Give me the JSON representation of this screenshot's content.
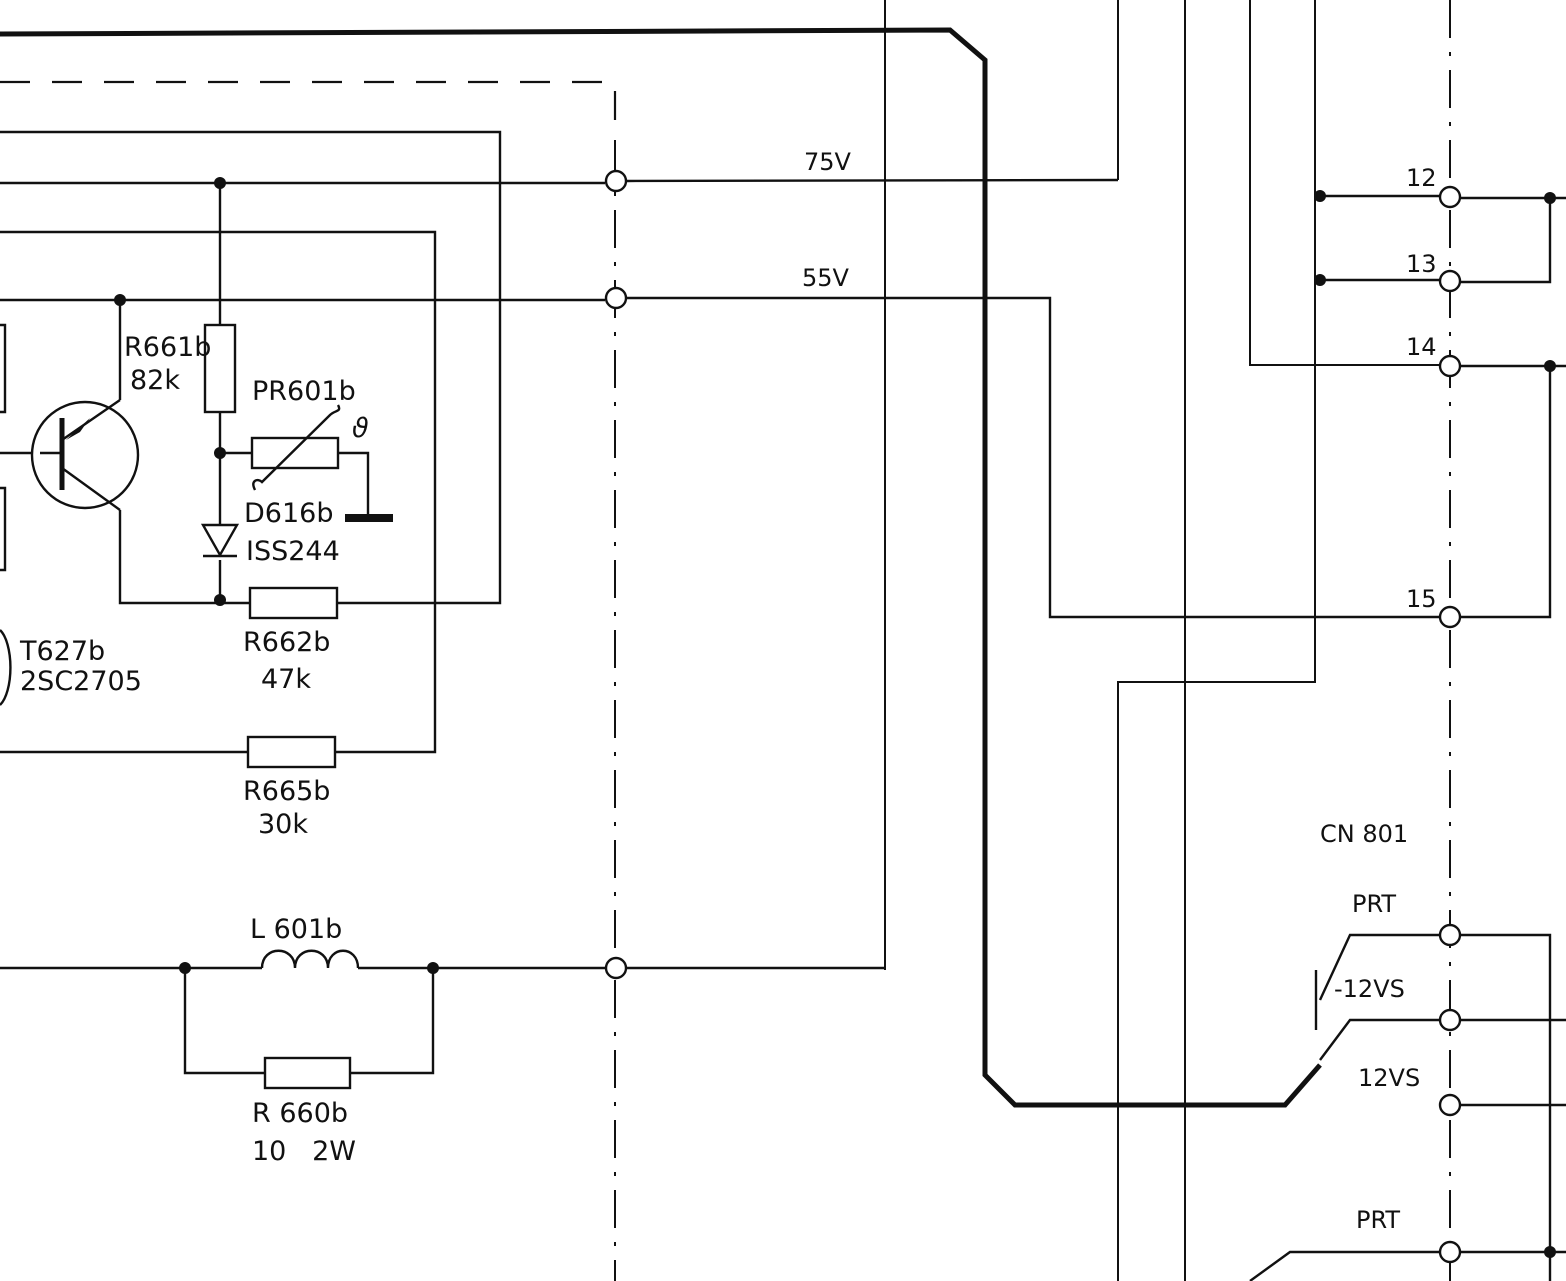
{
  "nets": {
    "v75": "75V",
    "v55": "55V"
  },
  "components": {
    "r661b": {
      "ref": "R661b",
      "value": "82k"
    },
    "pr601b": {
      "ref": "PR601b",
      "symbol": "ϑ"
    },
    "d616b": {
      "ref": "D616b",
      "value": "ISS244"
    },
    "r662b": {
      "ref": "R662b",
      "value": "47k"
    },
    "t627b": {
      "ref": "T627b",
      "value": "2SC2705"
    },
    "r665b": {
      "ref": "R665b",
      "value": "30k"
    },
    "l601b": {
      "ref": "L 601b"
    },
    "r660b": {
      "ref": "R 660b",
      "value": "10   2W"
    }
  },
  "connector": {
    "name": "CN 801",
    "pins": [
      "12",
      "13",
      "14",
      "15"
    ],
    "signals": [
      "PRT",
      "-12VS",
      "12VS",
      "PRT"
    ]
  }
}
